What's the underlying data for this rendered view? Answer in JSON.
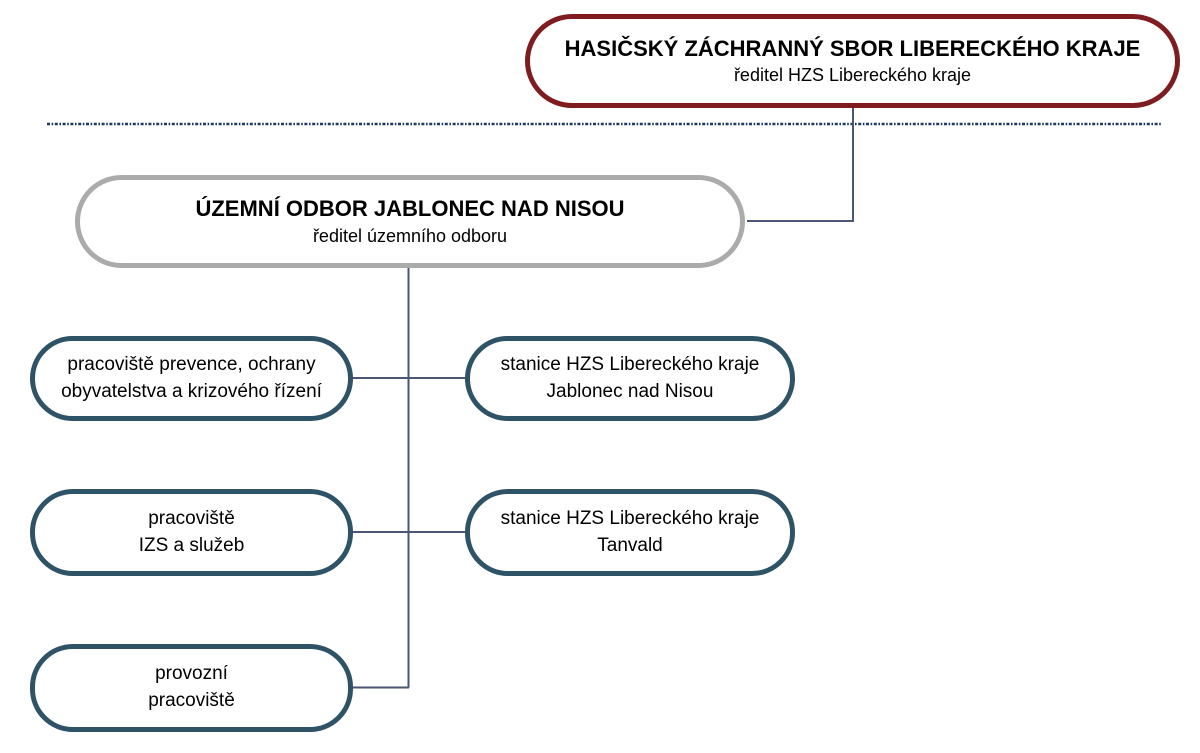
{
  "colors": {
    "root_border": "#7f1c20",
    "division_border": "#ababab",
    "unit_border": "#2e5266",
    "connector": "#4a5672",
    "dashed_separator": "#203a64",
    "text": "#000000",
    "background": "#ffffff"
  },
  "root": {
    "title": "HASIČSKÝ ZÁCHRANNÝ SBOR LIBERECKÉHO KRAJE",
    "subtitle": "ředitel HZS Libereckého kraje"
  },
  "division": {
    "title": "ÚZEMNÍ ODBOR JABLONEC NAD NISOU",
    "subtitle": "ředitel územního odboru"
  },
  "left_units": [
    {
      "line1": "pracoviště prevence, ochrany",
      "line2": "obyvatelstva a krizového řízení"
    },
    {
      "line1": "pracoviště",
      "line2": "IZS a služeb"
    },
    {
      "line1": "provozní",
      "line2": "pracoviště"
    }
  ],
  "right_units": [
    {
      "line1": "stanice HZS Libereckého kraje",
      "line2": "Jablonec nad Nisou"
    },
    {
      "line1": "stanice HZS Libereckého kraje",
      "line2": "Tanvald"
    }
  ]
}
